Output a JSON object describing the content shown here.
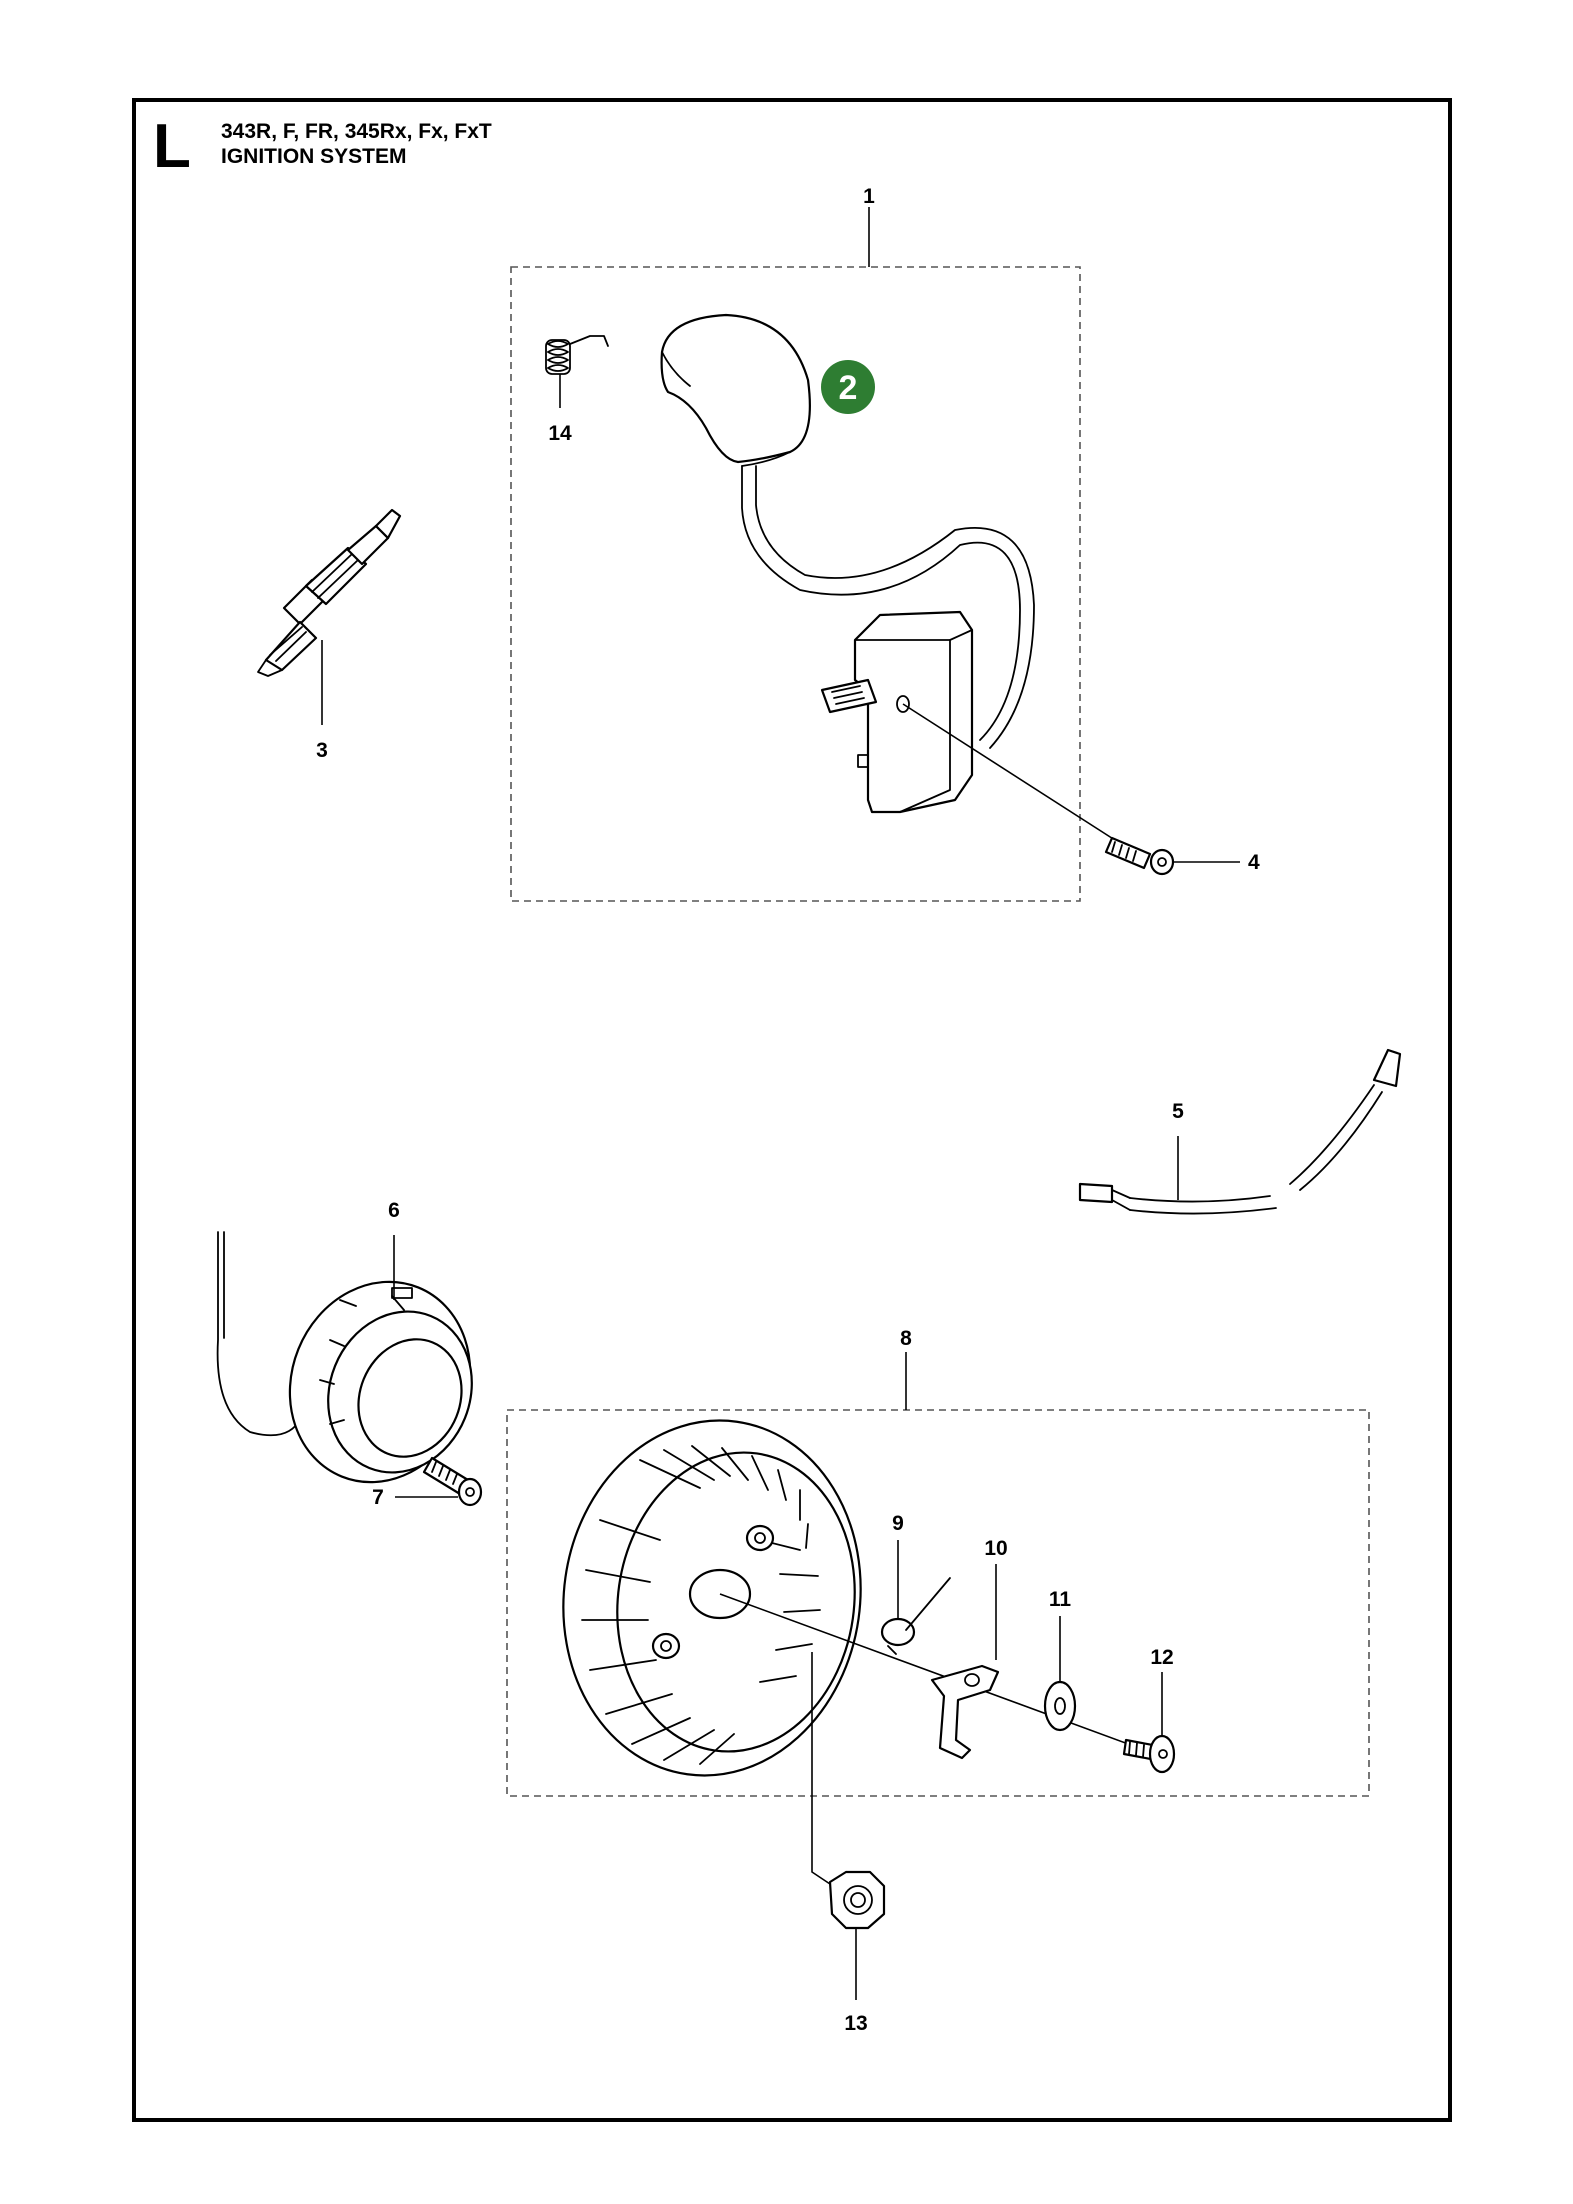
{
  "header": {
    "section_letter": "L",
    "models": "343R, F, FR, 345Rx, Fx, FxT",
    "title": "IGNITION SYSTEM"
  },
  "callouts": {
    "p1": "1",
    "p3": "3",
    "p4": "4",
    "p5": "5",
    "p6": "6",
    "p7": "7",
    "p8": "8",
    "p9": "9",
    "p10": "10",
    "p11": "11",
    "p12": "12",
    "p13": "13",
    "p14": "14"
  },
  "badge": {
    "label": "2",
    "color": "#2e7d32"
  }
}
